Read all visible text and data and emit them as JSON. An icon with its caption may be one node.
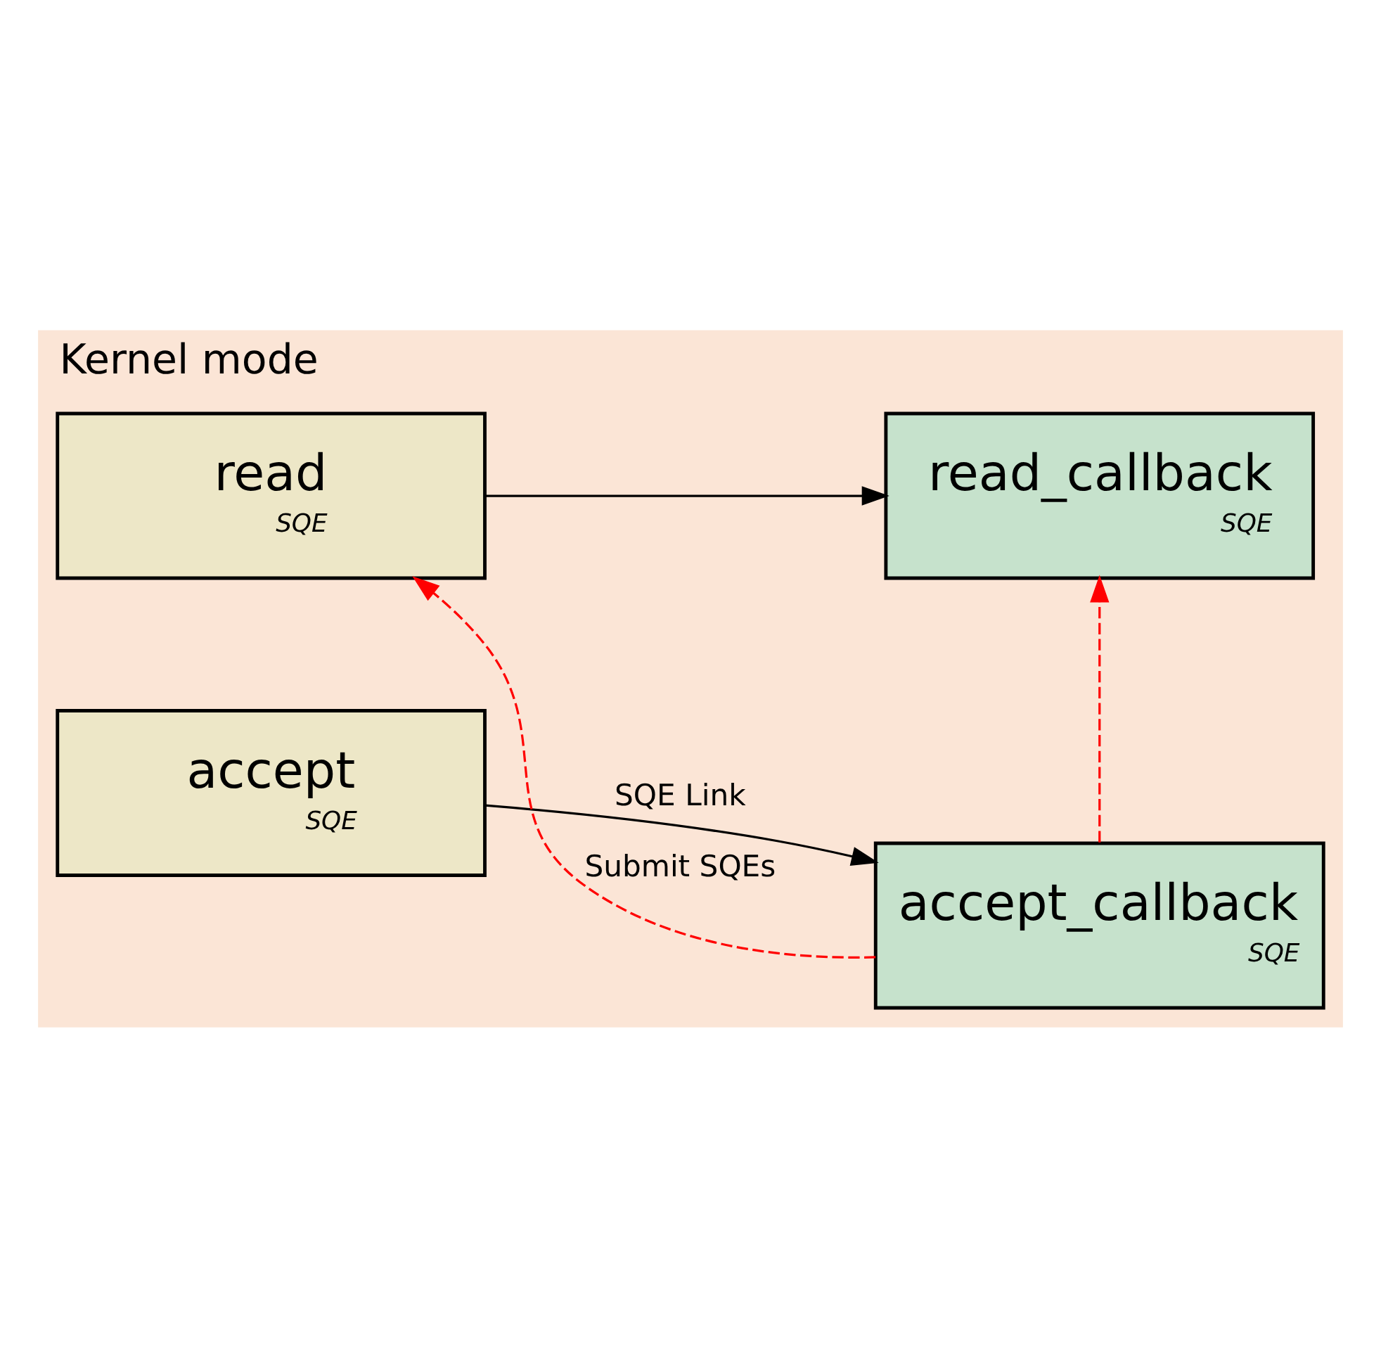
{
  "diagram": {
    "nodes": [
      {
        "text": [
          "Kernel mode"
        ]
      },
      {
        "text": [
          "accept",
          "SQE"
        ],
        "in": 0
      },
      {
        "text": [
          "accept_callback",
          "SQE"
        ],
        "in": 0
      },
      {
        "text": [
          "read",
          "SQE"
        ],
        "in": 0
      },
      {
        "text": [
          "read_callback",
          "SQE"
        ],
        "in": 0
      }
    ],
    "edges": [
      {
        "from": 1,
        "to": 2,
        "arrow": "to",
        "label": "SQE Link"
      },
      {
        "from": 2,
        "to": 3,
        "arrow": "to",
        "style": "dashed",
        "color": "#ff0000",
        "label": "Submit SQEs"
      },
      {
        "from": 2,
        "to": 4,
        "arrow": "to",
        "style": "dashed",
        "color": "#ff0000"
      },
      {
        "from": 3,
        "to": 4,
        "arrow": "to"
      }
    ]
  }
}
